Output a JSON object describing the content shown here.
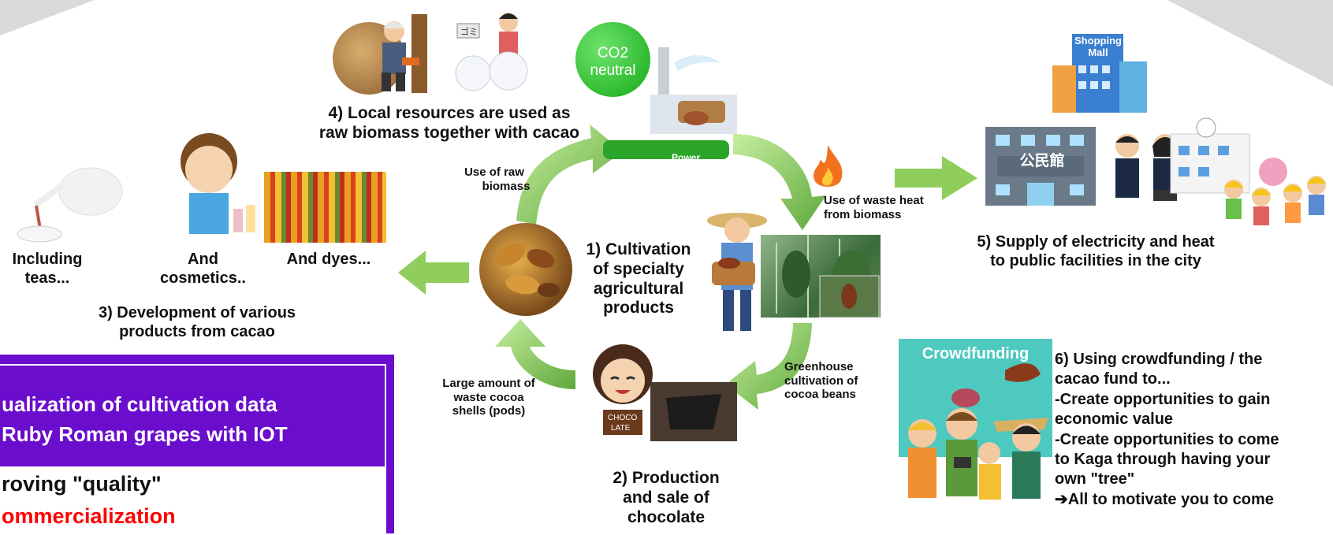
{
  "colors": {
    "arrow_green": "#6db33f",
    "arrow_light": "#a8d878",
    "purple": "#6a0dcc",
    "red": "#ff0000",
    "co2_green": "#22c322"
  },
  "icons": [
    "wood-chips",
    "lumberjack",
    "garbage-bags-woman",
    "co2-power-plant",
    "fire",
    "shopping-mall",
    "community-hall",
    "students",
    "children",
    "teapot",
    "washing-face-woman",
    "dyed-fabric",
    "cacao-pods",
    "farmer",
    "greenhouse",
    "chocolate-girl",
    "crowdfunding-people"
  ],
  "plant": {
    "co2_line1": "CO2",
    "co2_line2": "neutral",
    "power_label": "Power"
  },
  "steps": {
    "step1": [
      "1) Cultivation",
      "of specialty",
      "agricultural",
      "products"
    ],
    "step2": [
      "2) Production",
      "and sale of",
      "chocolate"
    ],
    "step3": [
      "3) Development of various",
      "products from cacao"
    ],
    "step4": [
      "4) Local resources are used as",
      "raw biomass together with cacao"
    ],
    "step5": [
      "5) Supply of electricity and heat",
      "to public facilities in the city"
    ],
    "step6": [
      "6) Using crowdfunding / the",
      "cacao fund to...",
      "-Create opportunities to gain",
      "economic value",
      "-Create opportunities to come",
      "to Kaga through having your",
      "own \"tree\"",
      "➔All to motivate you to come"
    ]
  },
  "labels": {
    "use_raw_biomass": [
      "Use of raw",
      "biomass"
    ],
    "use_waste_heat": [
      "Use of waste heat",
      "from biomass"
    ],
    "greenhouse": [
      "Greenhouse",
      "cultivation of",
      "cocoa beans"
    ],
    "waste_shells": [
      "Large amount of",
      "waste cocoa",
      "shells (pods)"
    ],
    "including_teas": [
      "Including",
      "teas..."
    ],
    "and_cosmetics": [
      "And",
      "cosmetics.."
    ],
    "and_dyes": "And dyes...",
    "crowdfunding": "Crowdfunding",
    "shopping_mall": [
      "Shopping",
      "Mall"
    ],
    "kominkan": "公民館"
  },
  "purple_box": {
    "line1": "ualization of cultivation data",
    "line2": "Ruby Roman grapes with IOT",
    "line3": "roving \"quality\"",
    "line4": "ommercialization"
  }
}
